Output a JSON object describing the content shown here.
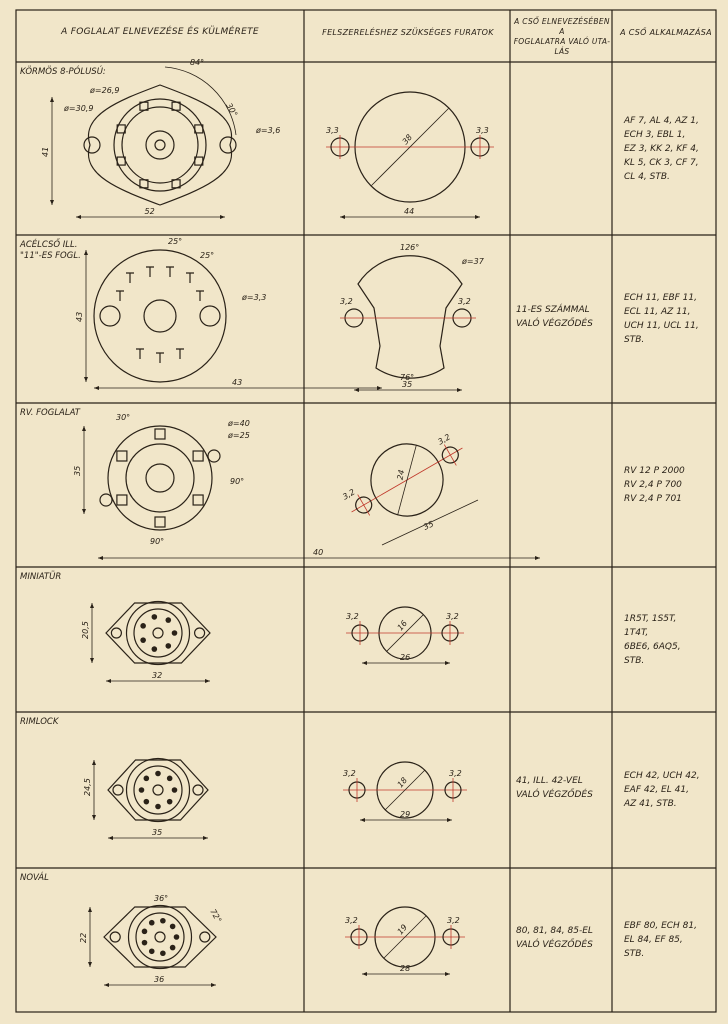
{
  "headers": {
    "col1": "A foglalat elnevezése és külmérete",
    "col2": "Felszereléshez szükséges furatok",
    "col3": [
      "A cső elnevezésében a",
      "foglalatra való uta-",
      "lás"
    ],
    "col4": "A cső alkalmazása"
  },
  "rows": [
    {
      "label": [
        "Körmös 8-pólusú:"
      ],
      "note": [],
      "tubes": [
        "AF 7, AL 4, AZ 1,",
        "ECH 3, EBL 1,",
        "EZ 3, KK 2, KF 4,",
        "KL 5, CK 3, CF 7,",
        "CL 4,  STB."
      ],
      "dims": {
        "d1": "ø=26,9",
        "d2": "ø=30,9",
        "d3": "ø=3,6",
        "a1": "84°",
        "a2": "30°",
        "w": "52",
        "h": "41",
        "hole": "3,3",
        "hole2": "3,3",
        "c": "38",
        "m": "44"
      }
    },
    {
      "label": [
        "Acélcső ill.",
        "\"11\"-es fogl."
      ],
      "note": [
        "11-es számmal",
        "való végződés"
      ],
      "tubes": [
        "ECH 11, EBF 11,",
        "ECL 11,  AZ 11,",
        "UCH 11, UCL 11,",
        "STB."
      ],
      "dims": {
        "d1": "25°",
        "d2": "25°",
        "d3": "ø=3,3",
        "a1": "126°",
        "a2": "ø=37",
        "w": "43",
        "h": "43",
        "hole": "3,2",
        "hole2": "3,2",
        "c": "76°",
        "m": "35"
      }
    },
    {
      "label": [
        "RV. foglalat"
      ],
      "note": [],
      "tubes": [
        "RV 12  P 2000",
        "RV 2,4 P 700",
        "RV 2,4 P 701"
      ],
      "dims": {
        "d1": "30°",
        "d2": "ø=40",
        "d3": "ø=25",
        "a1": "90°",
        "a2": "90°",
        "w": "40",
        "h": "35",
        "hole": "3,2",
        "hole2": "3,2",
        "c": "24",
        "m": "35"
      }
    },
    {
      "label": [
        "Miniatür"
      ],
      "note": [],
      "tubes": [
        "1R5T,  1S5T,",
        "1T4T,",
        "6BE6,  6AQ5,",
        "STB."
      ],
      "dims": {
        "d1": "",
        "d2": "",
        "d3": "",
        "a1": "",
        "a2": "",
        "w": "32",
        "h": "20,5",
        "hole": "3,2",
        "hole2": "3,2",
        "c": "16",
        "m": "26"
      }
    },
    {
      "label": [
        "Rimlock"
      ],
      "note": [
        "41, ill. 42-vel",
        "való végződés"
      ],
      "tubes": [
        "ECH 42, UCH 42,",
        "EAF 42,  EL 41,",
        "AZ 41,  STB."
      ],
      "dims": {
        "d1": "",
        "d2": "",
        "d3": "",
        "a1": "",
        "a2": "",
        "w": "35",
        "h": "24,5",
        "hole": "3,2",
        "hole2": "3,2",
        "c": "18",
        "m": "29"
      }
    },
    {
      "label": [
        "Novál"
      ],
      "note": [
        "80, 81, 84, 85-el",
        "való végződés"
      ],
      "tubes": [
        "EBF 80, ECH 81,",
        "EL 84,  EF 85,",
        "STB."
      ],
      "dims": {
        "d1": "36°",
        "d2": "",
        "d3": "",
        "a1": "72°",
        "a2": "",
        "w": "36",
        "h": "22",
        "hole": "3,2",
        "hole2": "3,2",
        "c": "19",
        "m": "28"
      }
    }
  ],
  "colors": {
    "paper": "#f1e6c9",
    "ink": "#2a2218",
    "accent": "#c0392b"
  }
}
